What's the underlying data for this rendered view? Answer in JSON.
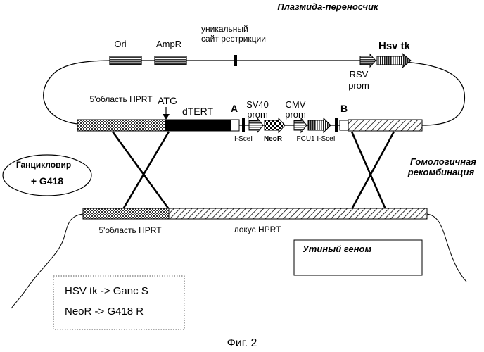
{
  "title": "Плазмида-переносчик",
  "plasmid_top": {
    "ori": "Ori",
    "ampr": "AmpR",
    "unique_site_line1": "уникальный",
    "unique_site_line2": "сайт рестрикции",
    "hsv_tk": "Hsv tk",
    "rsv_line1": "RSV",
    "rsv_line2": "prom"
  },
  "construct": {
    "hprt5": "5'область HPRT",
    "atg": "ATG",
    "dtert": "dTERT",
    "site_a": "A",
    "isce1_a": "I-SceI",
    "sv40_line1": "SV40",
    "sv40_line2": "prom",
    "neor": "NeoR",
    "cmv_line1": "CMV",
    "cmv_line2": "prom",
    "fcu1": "FCU1 I-SceI",
    "site_b": "B"
  },
  "selection": {
    "line1": "Ганцикловир",
    "line2": "+ G418"
  },
  "recombination": {
    "line1": "Гомологичная",
    "line2": "рекомбинация"
  },
  "genome": {
    "hprt5": "5'область HPRT",
    "locus": "локус HPRT",
    "duck_genome": "Утиный геном"
  },
  "legend": {
    "line1": "HSV tk -> Ganc S",
    "line2": "NeoR -> G418 R"
  },
  "caption": "Фиг. 2"
}
